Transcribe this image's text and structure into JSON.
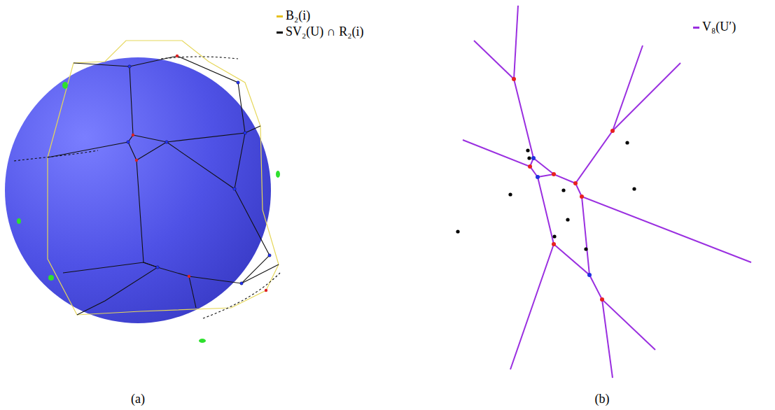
{
  "diagram": {
    "labels": [
      "(a)",
      "(b)"
    ],
    "legend": [
      {
        "text": "B₂(i)",
        "color": "#e6c020"
      },
      {
        "text": "SV₂(U) ∩ R₂(i)",
        "color": "#000000"
      },
      {
        "text": "V₈(U′)",
        "color": "#9a2fe0"
      }
    ]
  }
}
